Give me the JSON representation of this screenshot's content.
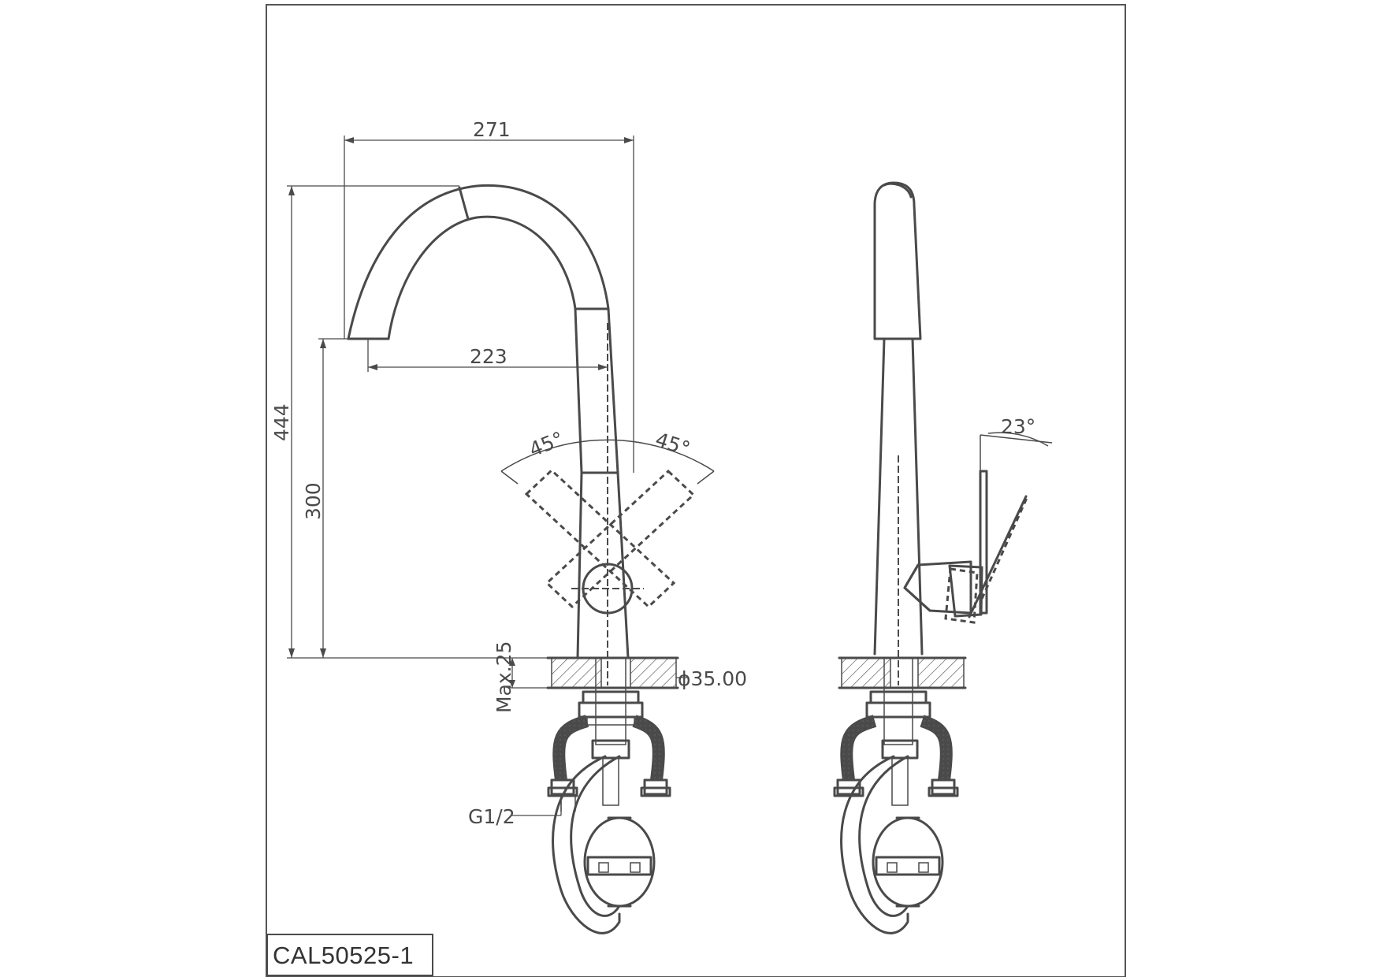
{
  "drawing": {
    "model_code": "CAL50525-1",
    "dimensions": {
      "spout_reach_total": "271",
      "spout_reach": "223",
      "total_height": "444",
      "spout_height": "300",
      "max_deck_thickness": "Max.25",
      "hole_diameter": "ϕ35.00",
      "inlet_thread": "G1/2",
      "swivel_left": "45°",
      "swivel_right": "45°",
      "lever_angle": "23°"
    }
  }
}
